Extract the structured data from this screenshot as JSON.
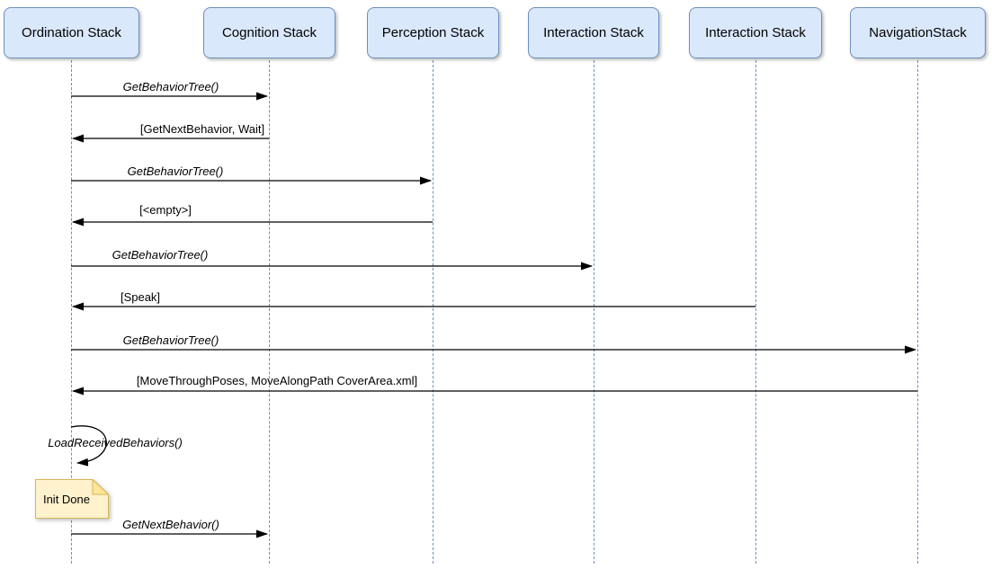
{
  "diagram": {
    "type": "uml-sequence",
    "actors": [
      {
        "name": "Ordination Stack"
      },
      {
        "name": "Cognition Stack"
      },
      {
        "name": "Perception Stack"
      },
      {
        "name": "Interaction Stack"
      },
      {
        "name": "Interaction Stack"
      },
      {
        "name": "NavigationStack"
      }
    ],
    "messages": [
      {
        "label": "GetBehaviorTree()",
        "from": "Ordination Stack",
        "to": "Cognition Stack",
        "kind": "call"
      },
      {
        "label": "[GetNextBehavior, Wait]",
        "from": "Cognition Stack",
        "to": "Ordination Stack",
        "kind": "return"
      },
      {
        "label": "GetBehaviorTree()",
        "from": "Ordination Stack",
        "to": "Perception Stack",
        "kind": "call"
      },
      {
        "label": "[<empty>]",
        "from": "Perception Stack",
        "to": "Ordination Stack",
        "kind": "return"
      },
      {
        "label": "GetBehaviorTree()",
        "from": "Ordination Stack",
        "to": "Interaction Stack",
        "kind": "call"
      },
      {
        "label": "[Speak]",
        "from": "Interaction Stack",
        "to": "Ordination Stack",
        "kind": "return"
      },
      {
        "label": "GetBehaviorTree()",
        "from": "Ordination Stack",
        "to": "NavigationStack",
        "kind": "call"
      },
      {
        "label": "[MoveThroughPoses, MoveAlongPath CoverArea.xml]",
        "from": "NavigationStack",
        "to": "Ordination Stack",
        "kind": "return"
      },
      {
        "label": "LoadReceivedBehaviors()",
        "from": "Ordination Stack",
        "to": "Ordination Stack",
        "kind": "self-call"
      },
      {
        "label": "GetNextBehavior()",
        "from": "Ordination Stack",
        "to": "Cognition Stack",
        "kind": "call"
      }
    ],
    "note": {
      "text": "Init Done"
    },
    "colors": {
      "actor_fill": "#dae8fc",
      "actor_border": "#6c8ebf",
      "lifeline": "#6c8ebf",
      "arrow": "#000000",
      "note_fill": "#fff2cc",
      "note_fold": "#ffe599",
      "note_border": "#d6b656"
    }
  }
}
